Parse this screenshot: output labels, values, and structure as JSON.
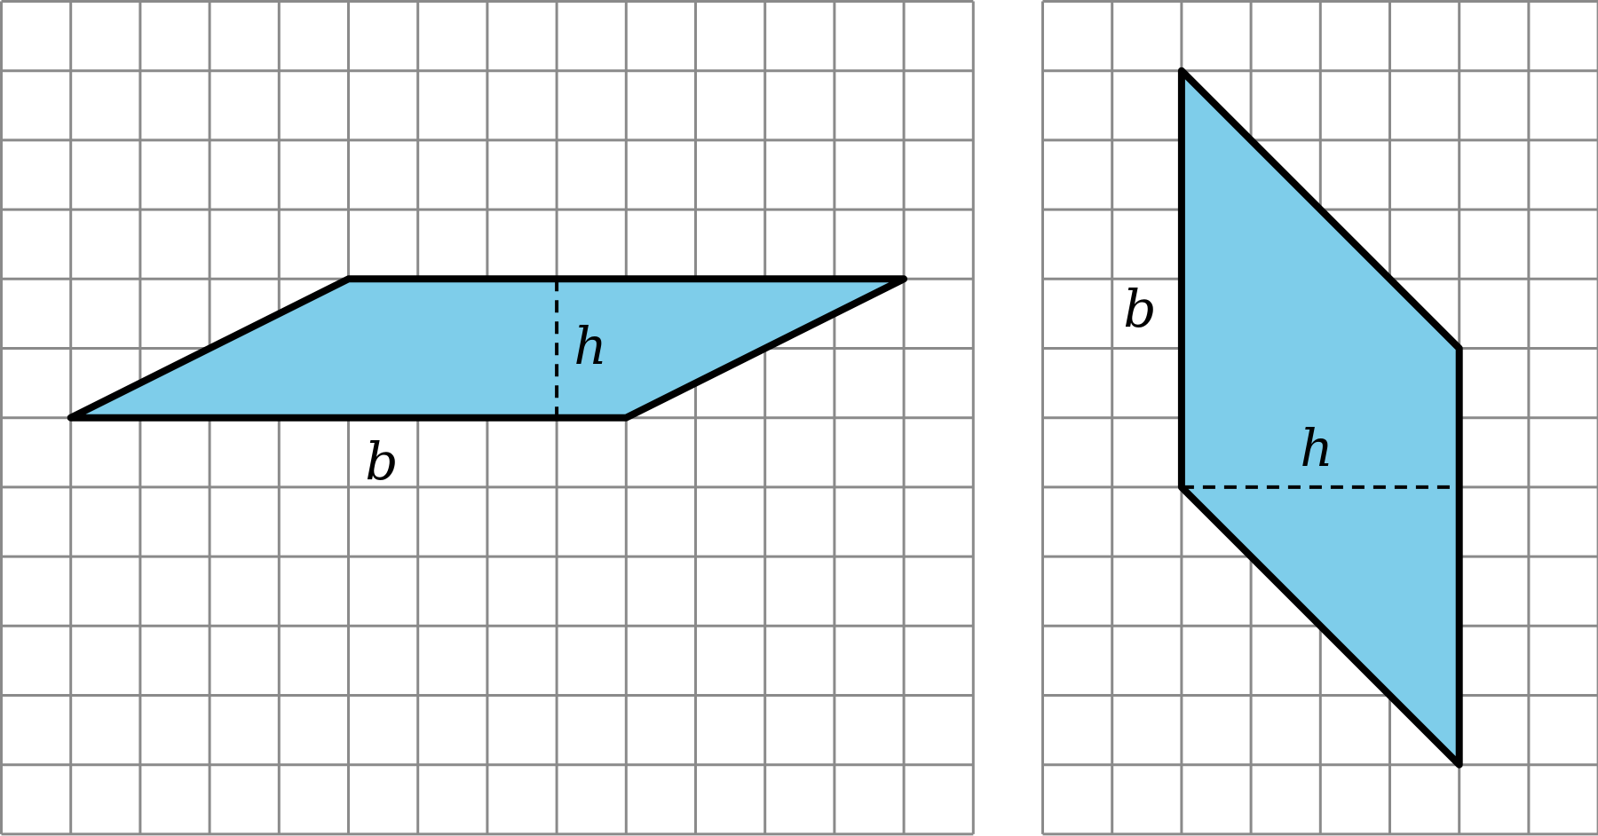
{
  "colors": {
    "grid": "#8a8a8a",
    "fill": "#7ecdea",
    "outline": "#000000",
    "background": "#ffffff"
  },
  "figures": [
    {
      "name": "parallelogram-left",
      "grid": {
        "cols": 14,
        "rows": 12
      },
      "vertices": [
        [
          1,
          6
        ],
        [
          5,
          4
        ],
        [
          13,
          4
        ],
        [
          9,
          6
        ]
      ],
      "height_segment": [
        [
          8,
          4
        ],
        [
          8,
          6
        ]
      ],
      "base_label": "b",
      "height_label": "h"
    },
    {
      "name": "parallelogram-right",
      "grid": {
        "cols": 8,
        "rows": 12
      },
      "vertices": [
        [
          2,
          1
        ],
        [
          2,
          7
        ],
        [
          6,
          11
        ],
        [
          6,
          5
        ]
      ],
      "height_segment": [
        [
          2,
          7
        ],
        [
          6,
          7
        ]
      ],
      "base_label": "b",
      "height_label": "h"
    }
  ]
}
